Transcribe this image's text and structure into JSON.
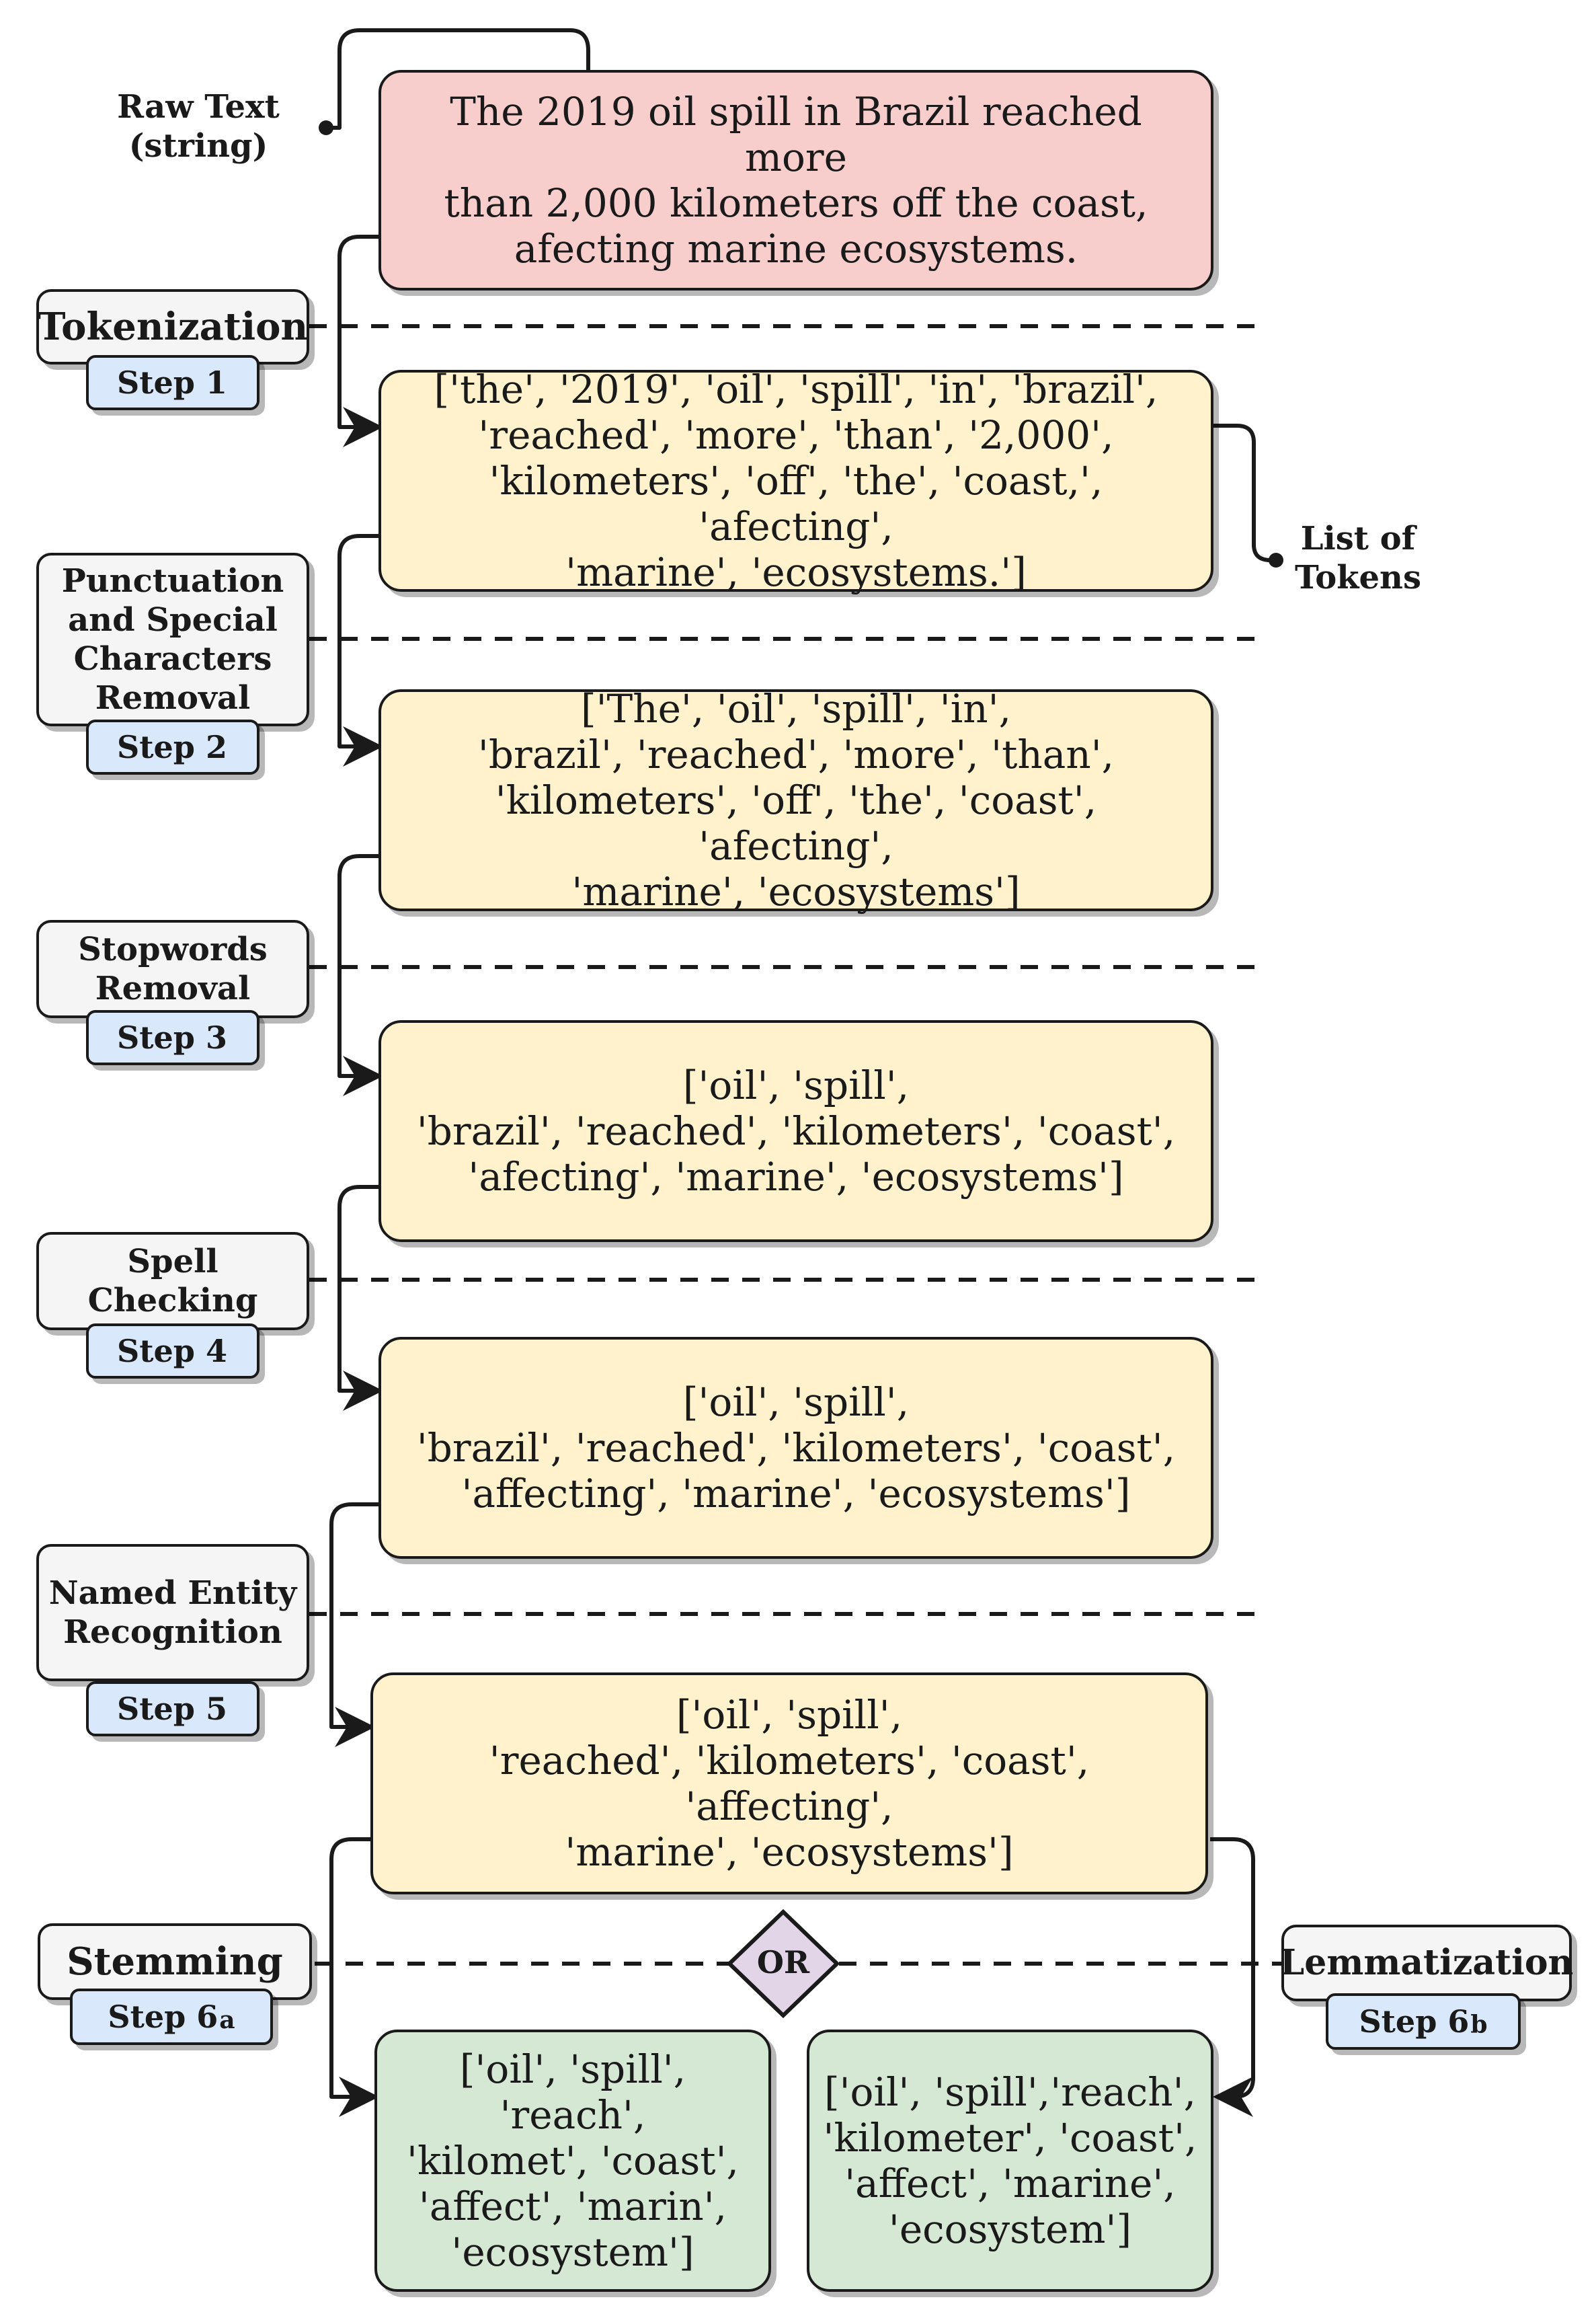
{
  "raw_label": "Raw Text\n(string)",
  "tokens_label": "List of\nTokens",
  "or_label": "OR",
  "raw_text": "The 2019 oil spill in Brazil reached more\nthan 2,000 kilometers off the coast,\nafecting marine ecosystems.",
  "outputs": {
    "step1": "['the', '2019', 'oil', 'spill', 'in', 'brazil',\n'reached', 'more', 'than', '2,000',\n'kilometers', 'off', 'the', 'coast,', 'afecting',\n'marine', 'ecosystems.']",
    "step2": "['The', 'oil', 'spill', 'in',\n'brazil', 'reached', 'more', 'than',\n'kilometers', 'off', 'the', 'coast', 'afecting',\n'marine', 'ecosystems']",
    "step3": "['oil', 'spill',\n'brazil', 'reached', 'kilometers', 'coast',\n'afecting', 'marine', 'ecosystems']",
    "step4": "['oil', 'spill',\n'brazil', 'reached', 'kilometers', 'coast',\n'affecting', 'marine', 'ecosystems']",
    "step5": "['oil', 'spill',\n'reached', 'kilometers', 'coast', 'affecting',\n'marine', 'ecosystems']",
    "step6a": "['oil', 'spill', 'reach',\n'kilomet', 'coast',\n'affect', 'marin',\n'ecosystem']",
    "step6b": "['oil', 'spill','reach',\n'kilometer', 'coast',\n'affect', 'marine',\n'ecosystem']"
  },
  "stages": [
    {
      "name": "Tokenization",
      "step": "Step 1",
      "suffix": ""
    },
    {
      "name": "Punctuation\nand Special\nCharacters\nRemoval",
      "step": "Step 2",
      "suffix": ""
    },
    {
      "name": "Stopwords\nRemoval",
      "step": "Step 3",
      "suffix": ""
    },
    {
      "name": "Spell\nChecking",
      "step": "Step 4",
      "suffix": ""
    },
    {
      "name": "Named Entity\nRecognition",
      "step": "Step 5",
      "suffix": ""
    },
    {
      "name": "Stemming",
      "step": "Step 6",
      "suffix": "a"
    },
    {
      "name": "Lemmatization",
      "step": "Step 6",
      "suffix": "b"
    }
  ],
  "colors": {
    "raw": "#f8cecc",
    "intermediate": "#fff2cc",
    "final": "#d5e8d4",
    "stage": "#f5f5f5",
    "step": "#dae8fc",
    "or": "#e1d5e7"
  }
}
